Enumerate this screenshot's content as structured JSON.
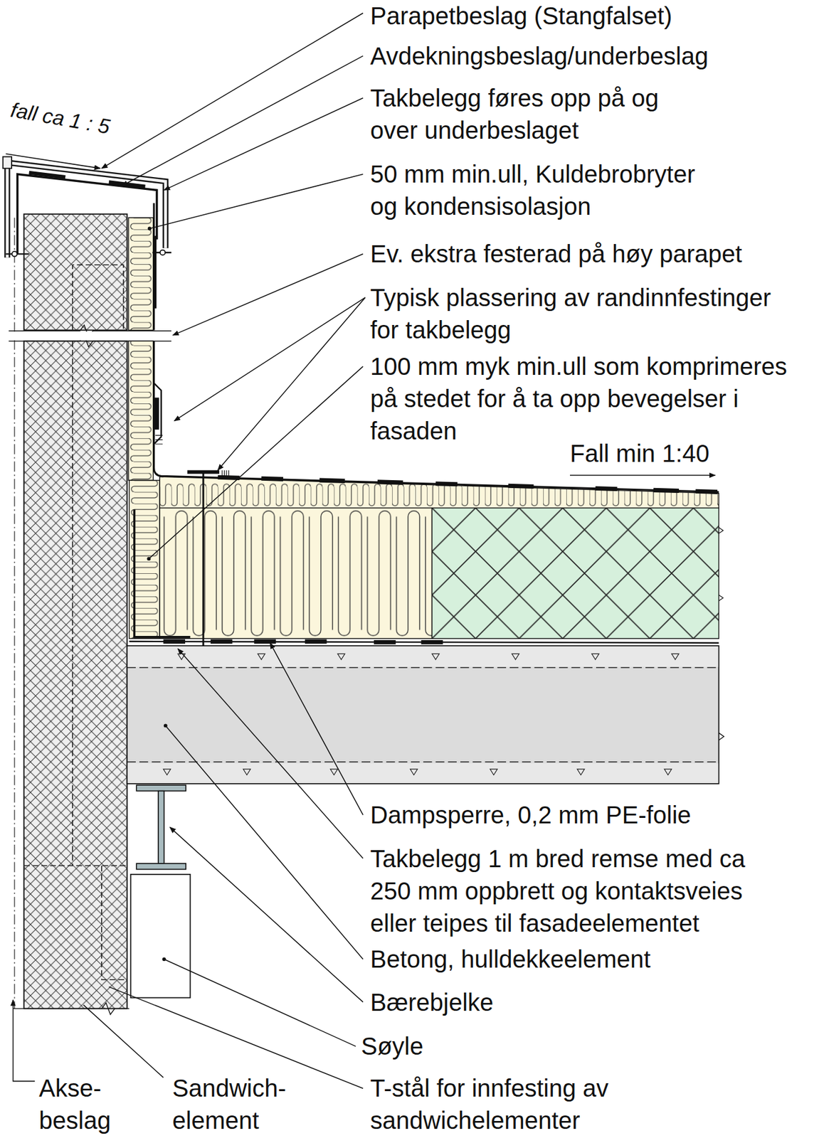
{
  "diagram": {
    "labels": [
      "Parapetbeslag (Stangfalset)",
      "fall ca 1 : 5",
      "Avdekningsbeslag/underbeslag",
      "Takbelegg føres opp på og over underbeslaget",
      "50 mm min.ull, Kuldebrobryter og kondensisolasjon",
      "Ev. ekstra festerad på høy parapet",
      "Typisk plassering av randinnfestinger for takbelegg",
      "100 mm myk min.ull som komprimeres på stedet for å ta opp bevegelser i fasaden",
      "Fall min 1:40",
      "Dampsperre, 0,2 mm PE-folie",
      "Takbelegg 1 m bred remse med ca 250 mm oppbrett og kontaktsveies eller teipes til fasadeelementet",
      "Betong, hulldekkeelement",
      "Bærebjelke",
      "Søyle",
      "Akse- beslag",
      "Sandwich- element",
      "T-stål for innfesting av sandwichelementer"
    ]
  }
}
